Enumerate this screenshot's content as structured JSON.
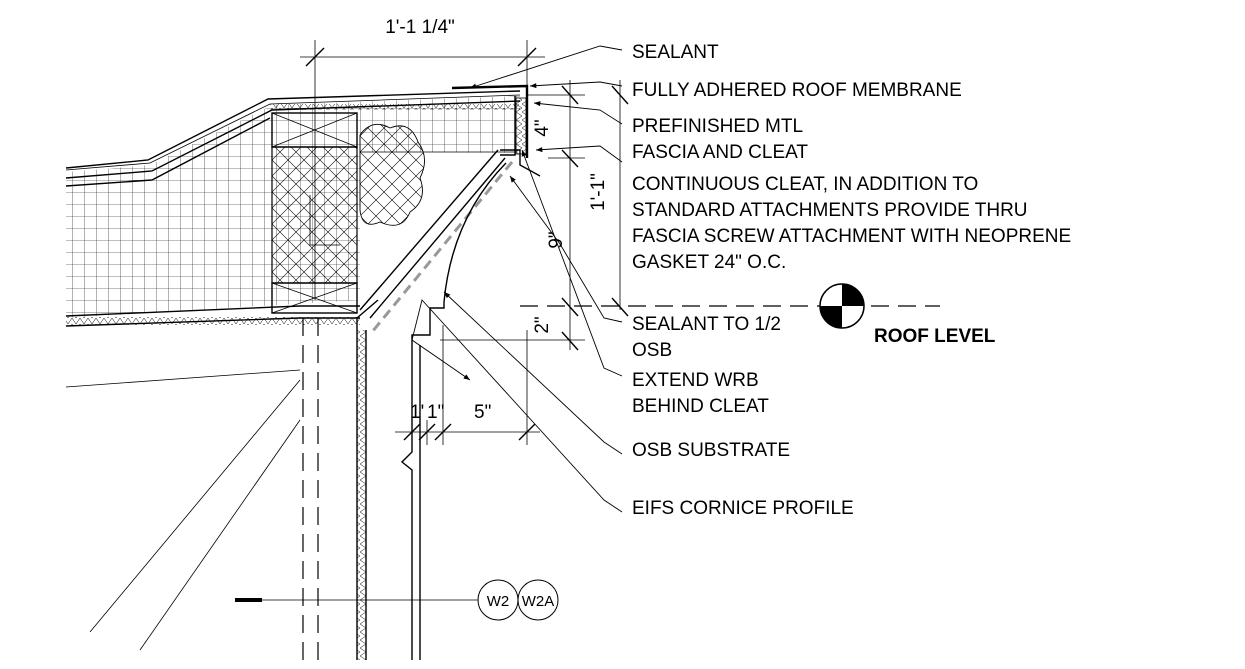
{
  "dimensions": {
    "top_width": "1'-1 1/4\"",
    "fascia": "4\"",
    "overall_height": "1'-1\"",
    "nine": "9\"",
    "two": "2\"",
    "one_a": "1'",
    "one_b": "1\"",
    "five": "5\""
  },
  "notes": {
    "sealant": "SEALANT",
    "membrane": "FULLY ADHERED ROOF MEMBRANE",
    "fascia_1": "PREFINISHED MTL",
    "fascia_2": "FASCIA AND CLEAT",
    "cleat_1": "CONTINUOUS CLEAT, IN ADDITION TO",
    "cleat_2": "STANDARD ATTACHMENTS PROVIDE THRU",
    "cleat_3": "FASCIA SCREW ATTACHMENT WITH NEOPRENE",
    "cleat_4": "GASKET 24\" O.C.",
    "sealant_osb_1": "SEALANT TO 1/2",
    "sealant_osb_2": "OSB",
    "wrb_1": "EXTEND WRB",
    "wrb_2": "BEHIND CLEAT",
    "osb": "OSB SUBSTRATE",
    "eifs": "EIFS CORNICE PROFILE"
  },
  "level": {
    "label": "ROOF LEVEL"
  },
  "wall_tags": {
    "tag_a": "W2",
    "tag_b": "W2A"
  }
}
